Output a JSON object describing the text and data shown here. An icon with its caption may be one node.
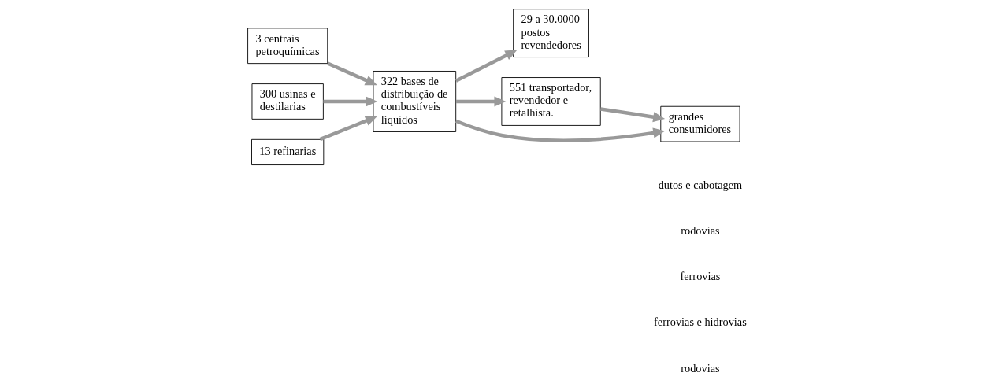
{
  "diagram": {
    "nodes": [
      {
        "text": [
          "13 refinarias"
        ]
      },
      {
        "text": [
          "3 centrais petroquímicas"
        ]
      },
      {
        "text": [
          "300 usinas e destilarias"
        ]
      },
      {
        "text": [
          "322 bases de distribuição de combustíveis líquidos"
        ]
      },
      {
        "text": [
          "29 a 30.0000 postos revendedores"
        ]
      },
      {
        "text": [
          "551 transportador, revendedor e retalhista."
        ]
      },
      {
        "text": [
          "grandes consumidores"
        ]
      }
    ],
    "edges": [
      {
        "from": 0,
        "to": 3,
        "arrow": "to"
      },
      {
        "from": 1,
        "to": 3,
        "arrow": "to"
      },
      {
        "from": 2,
        "to": 3,
        "arrow": "to"
      },
      {
        "from": 3,
        "to": 4,
        "arrow": "to"
      },
      {
        "from": 3,
        "to": 5,
        "arrow": "to"
      },
      {
        "from": 3,
        "to": 6,
        "arrow": "to"
      },
      {
        "from": 5,
        "to": 6,
        "arrow": "to"
      }
    ],
    "labels": [
      "dutos e cabotagem",
      "rodovias",
      "ferrovias",
      "ferrovias e hidrovias",
      "rodovias"
    ]
  }
}
